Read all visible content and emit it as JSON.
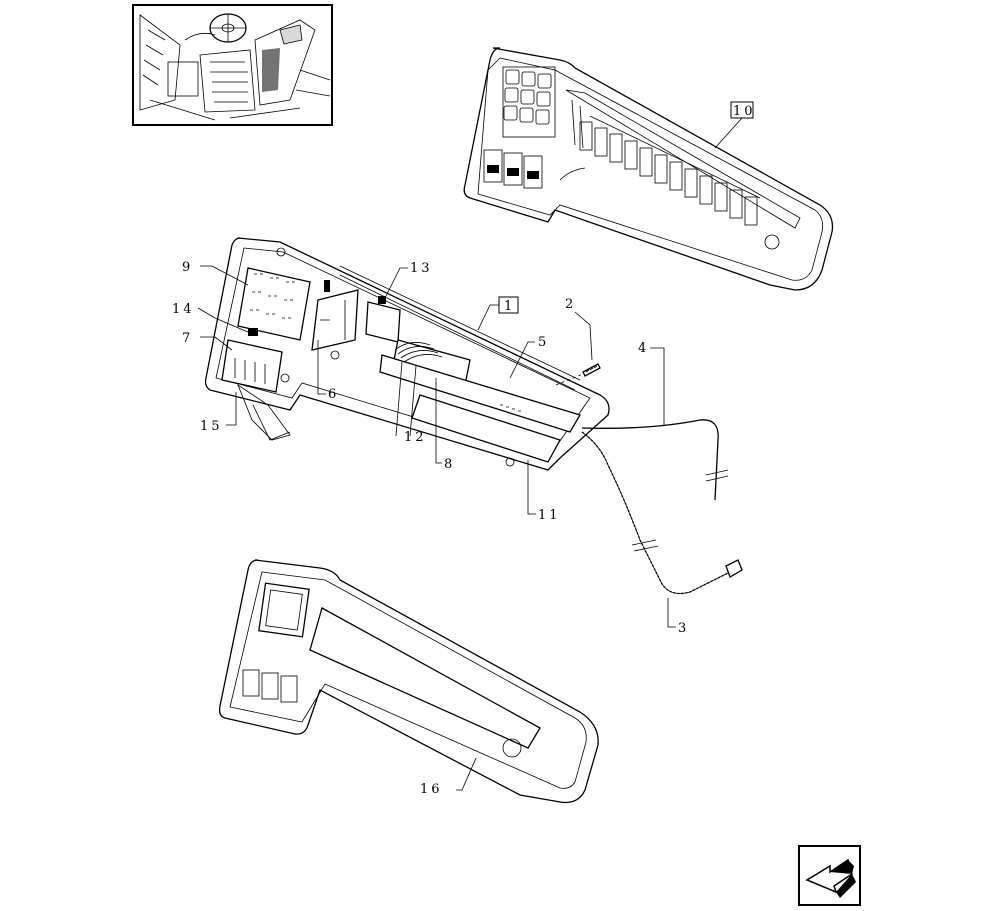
{
  "diagram": {
    "callouts": {
      "c1": "1",
      "c2": "2",
      "c3": "3",
      "c4": "4",
      "c5": "5",
      "c6": "6",
      "c7": "7",
      "c8": "8",
      "c9": "9",
      "c10": "10",
      "c11": "11",
      "c12": "12",
      "c13": "13",
      "c14": "14",
      "c15": "15",
      "c16": "16"
    },
    "boxed_callouts": [
      "1",
      "10"
    ],
    "nav_icon": "arrow-icon"
  }
}
